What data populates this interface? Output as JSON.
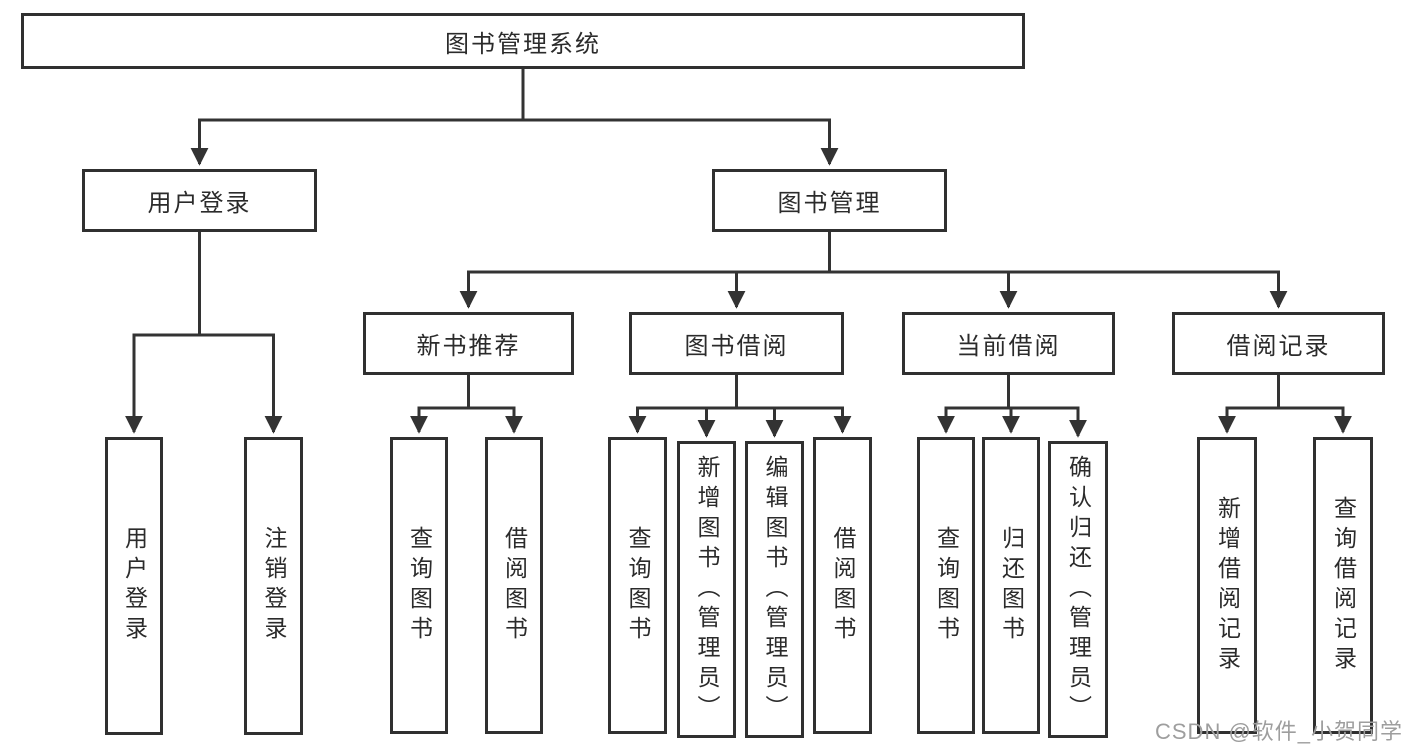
{
  "title": "图书管理系统",
  "watermark": "CSDN @软件_小贺同学",
  "colors": {
    "line": "#333333",
    "box_border": "#303030",
    "text": "#2b2b2b",
    "watermark": "#9e9e9e",
    "background": "#ffffff"
  },
  "root": {
    "label": "图书管理系统"
  },
  "branches": [
    {
      "label": "用户登录",
      "children": [
        {
          "label": "用户登录"
        },
        {
          "label": "注销登录"
        }
      ]
    },
    {
      "label": "图书管理",
      "sections": [
        {
          "label": "新书推荐",
          "children": [
            {
              "label": "查询图书"
            },
            {
              "label": "借阅图书"
            }
          ]
        },
        {
          "label": "图书借阅",
          "children": [
            {
              "label": "查询图书"
            },
            {
              "label": "新增图书（管理员）"
            },
            {
              "label": "编辑图书（管理员）"
            },
            {
              "label": "借阅图书"
            }
          ]
        },
        {
          "label": "当前借阅",
          "children": [
            {
              "label": "查询图书"
            },
            {
              "label": "归还图书"
            },
            {
              "label": "确认归还（管理员）"
            }
          ]
        },
        {
          "label": "借阅记录",
          "children": [
            {
              "label": "新增借阅记录"
            },
            {
              "label": "查询借阅记录"
            }
          ]
        }
      ]
    }
  ]
}
